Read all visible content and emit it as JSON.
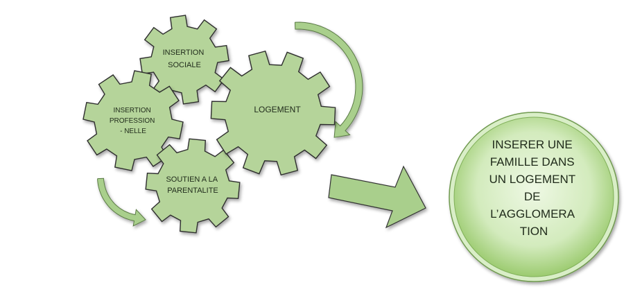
{
  "diagram": {
    "gears": [
      {
        "id": "insertion-sociale",
        "lines": [
          "INSERTION",
          "SOCIALE"
        ]
      },
      {
        "id": "logement",
        "lines": [
          "LOGEMENT"
        ]
      },
      {
        "id": "insertion-professionnelle",
        "lines": [
          "INSERTION",
          "PROFESSION",
          "- NELLE"
        ]
      },
      {
        "id": "soutien-parentalite",
        "lines": [
          "SOUTIEN A LA",
          "PARENTALITE"
        ]
      }
    ],
    "goal": {
      "lines": [
        "INSERER UNE",
        "FAMILLE DANS",
        "UN LOGEMENT",
        "DE",
        "L’AGGLOMERA",
        "TION"
      ]
    },
    "colors": {
      "gear_fill": "#b5d49a",
      "gear_stroke": "#2e2e2e",
      "arrow_fill": "#a9cf8c",
      "goal_center": "#e9f5da",
      "goal_edge": "#9ccb70",
      "goal_ring": "#d9eec7"
    }
  }
}
